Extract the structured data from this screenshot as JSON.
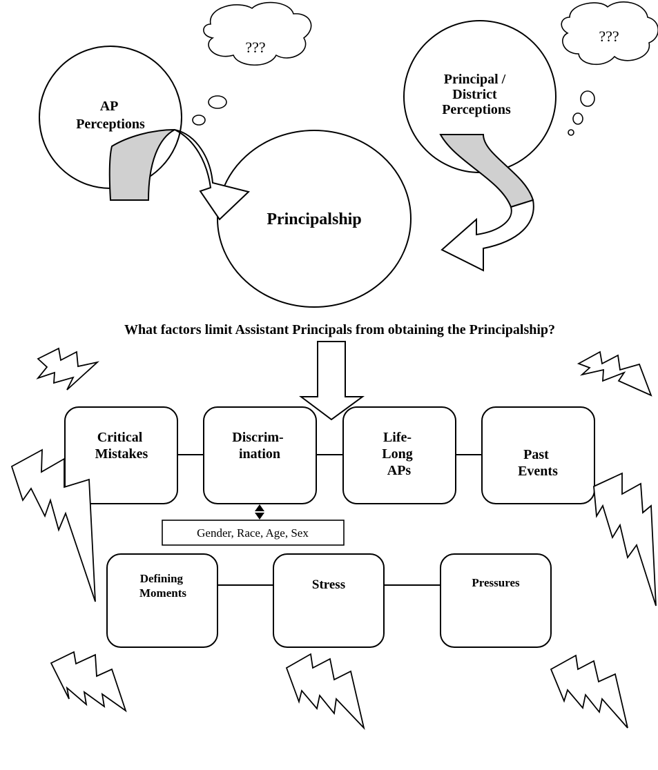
{
  "thought_bubble_left": "???",
  "thought_bubble_right": "???",
  "ap_perceptions": [
    "AP",
    "Perceptions"
  ],
  "principal_district_perceptions": [
    "Principal /",
    "District",
    "Perceptions"
  ],
  "principalship": "Principalship",
  "question": "What factors limit Assistant Principals from obtaining the Principalship?",
  "factors_row1": [
    {
      "lines": [
        "Critical",
        "Mistakes"
      ]
    },
    {
      "lines": [
        "Discrim-",
        "ination"
      ]
    },
    {
      "lines": [
        "Life-",
        "Long",
        "APs"
      ]
    },
    {
      "lines": [
        "Past",
        "Events"
      ]
    }
  ],
  "discrimination_detail": "Gender, Race, Age, Sex",
  "factors_row2": [
    {
      "lines": [
        "Defining",
        "Moments"
      ]
    },
    {
      "lines": [
        "Stress"
      ]
    },
    {
      "lines": [
        "Pressures"
      ]
    }
  ]
}
